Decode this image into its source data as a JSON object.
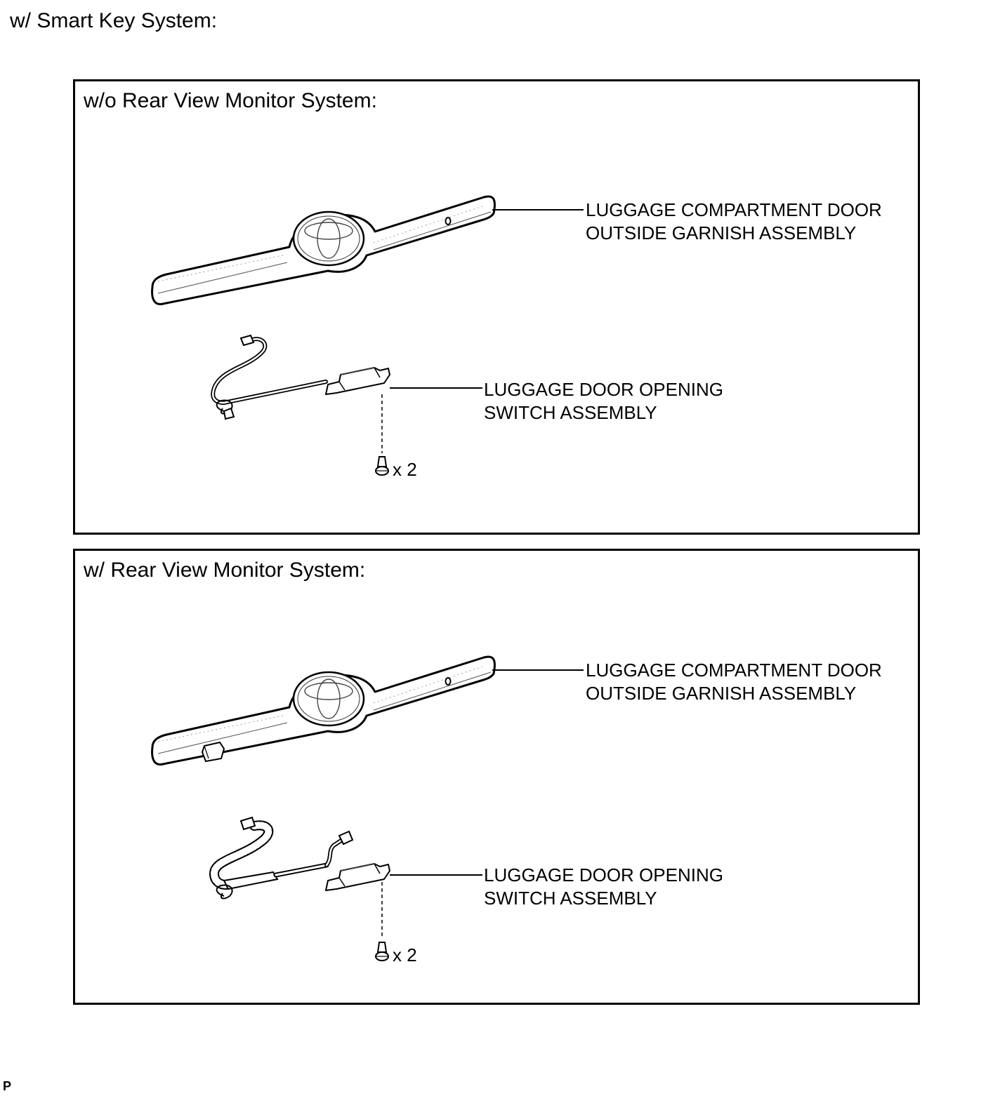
{
  "heading": "w/ Smart Key System:",
  "panels": [
    {
      "title": "w/o Rear View Monitor System:",
      "garnish_label_1": "LUGGAGE COMPARTMENT DOOR",
      "garnish_label_2": "OUTSIDE GARNISH ASSEMBLY",
      "switch_label_1": "LUGGAGE DOOR OPENING",
      "switch_label_2": "SWITCH ASSEMBLY",
      "screw_qty": "x 2"
    },
    {
      "title": "w/ Rear View Monitor System:",
      "garnish_label_1": "LUGGAGE COMPARTMENT DOOR",
      "garnish_label_2": "OUTSIDE GARNISH ASSEMBLY",
      "switch_label_1": "LUGGAGE DOOR OPENING",
      "switch_label_2": "SWITCH ASSEMBLY",
      "screw_qty": "x 2"
    }
  ],
  "footer_code": "P",
  "icons": {
    "garnish": "garnish-assembly-icon",
    "emblem": "emblem-icon",
    "switch": "switch-assembly-icon",
    "harness": "wire-harness-icon",
    "screw": "screw-icon",
    "camera": "rear-camera-icon"
  }
}
